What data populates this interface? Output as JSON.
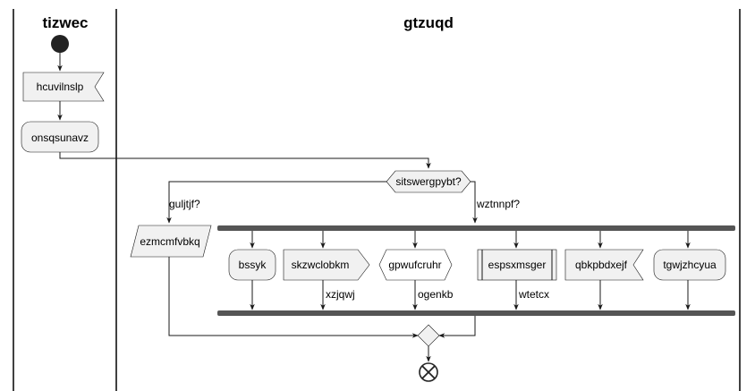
{
  "swimlanes": [
    {
      "id": "lane1",
      "title": "tizwec"
    },
    {
      "id": "lane2",
      "title": "gtzuqd"
    }
  ],
  "nodes": {
    "start": {
      "kind": "start"
    },
    "receive": {
      "kind": "receive",
      "label": "hcuvilnslp"
    },
    "action1": {
      "kind": "action",
      "label": "onsqsunavz"
    },
    "decision": {
      "kind": "decision",
      "label": "sitswergpybt?"
    },
    "io": {
      "kind": "io",
      "label": "ezmcmfvbkq"
    },
    "fork_items": [
      {
        "kind": "action",
        "label": "bssyk",
        "out_label": ""
      },
      {
        "kind": "send",
        "label": "skzwclobkm",
        "out_label": "xzjqwj"
      },
      {
        "kind": "hexagon",
        "label": "gpwufcruhr",
        "out_label": "ogenkb"
      },
      {
        "kind": "subprocess",
        "label": "espsxmsger",
        "out_label": "wtetcx"
      },
      {
        "kind": "receive",
        "label": "qbkpbdxejf",
        "out_label": ""
      },
      {
        "kind": "action",
        "label": "tgwjzhcyua",
        "out_label": ""
      }
    ],
    "merge": {
      "kind": "merge"
    },
    "end": {
      "kind": "end"
    }
  },
  "branches": {
    "left": "guljtjf?",
    "right": "wztnnpf?"
  }
}
